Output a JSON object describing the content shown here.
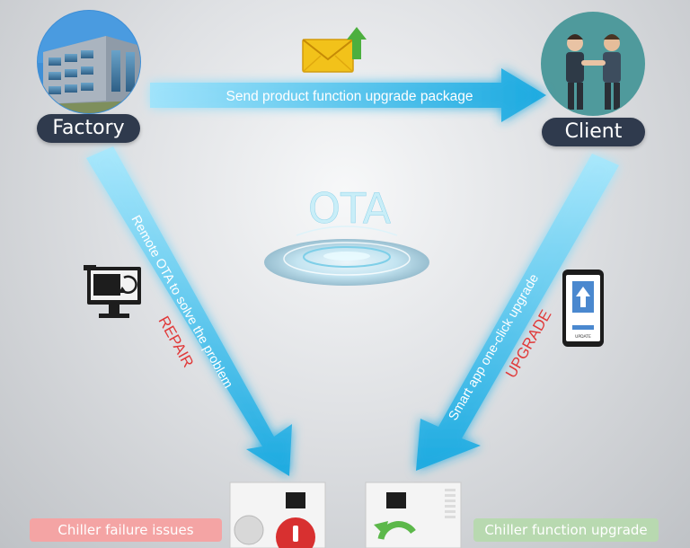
{
  "nodes": {
    "factory": "Factory",
    "client": "Client"
  },
  "center": {
    "title": "OTA"
  },
  "flows": {
    "top_arrow": "Send product function upgrade package",
    "left_arrow": "Remote OTA to solve the problem",
    "right_arrow": "Smart app one-click upgrade"
  },
  "tags": {
    "repair": "REPAIR",
    "upgrade": "UPGRADE"
  },
  "phone": {
    "button": "UPDATE"
  },
  "status": {
    "failure": "Chiller failure issues",
    "upgrade": "Chiller  function upgrade"
  },
  "colors": {
    "arrow_cyan": "#2bb8e8",
    "label_dark": "#2f3a4d",
    "repair_red": "#e03a3a",
    "failure_bg": "#f4a4a4",
    "upgrade_bg": "#b8d9b0"
  }
}
